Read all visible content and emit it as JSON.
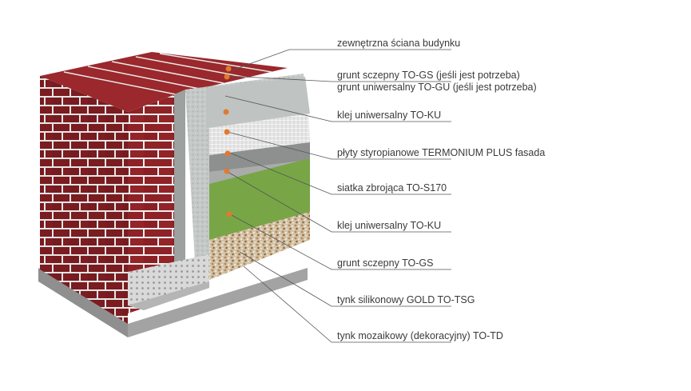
{
  "labels": [
    "zewnętrzna ściana budynku",
    "grunt sczepny TO-GS (jeśli jest potrzeba)",
    "grunt uniwersalny TO-GU (jeśli jest potrzeba)",
    "klej uniwersalny TO-KU",
    "płyty styropianowe TERMONIUM PLUS fasada",
    "siatka zbrojąca TO-S170",
    "klej uniwersalny TO-KU",
    "grunt sczepny TO-GS",
    "tynk silikonowy GOLD TO-TSG",
    "tynk mozaikowy (dekoracyjny) TO-TD"
  ],
  "colors": {
    "brick": "#8e2226",
    "mortar": "#efefef",
    "eps": "#c6cac8",
    "mesh": "#e8e8e8",
    "green_render": "#78a646",
    "mosaic": "#cdb89c",
    "base": "#9a9a9a",
    "marker": "#e07a2e",
    "leader": "#555555"
  }
}
